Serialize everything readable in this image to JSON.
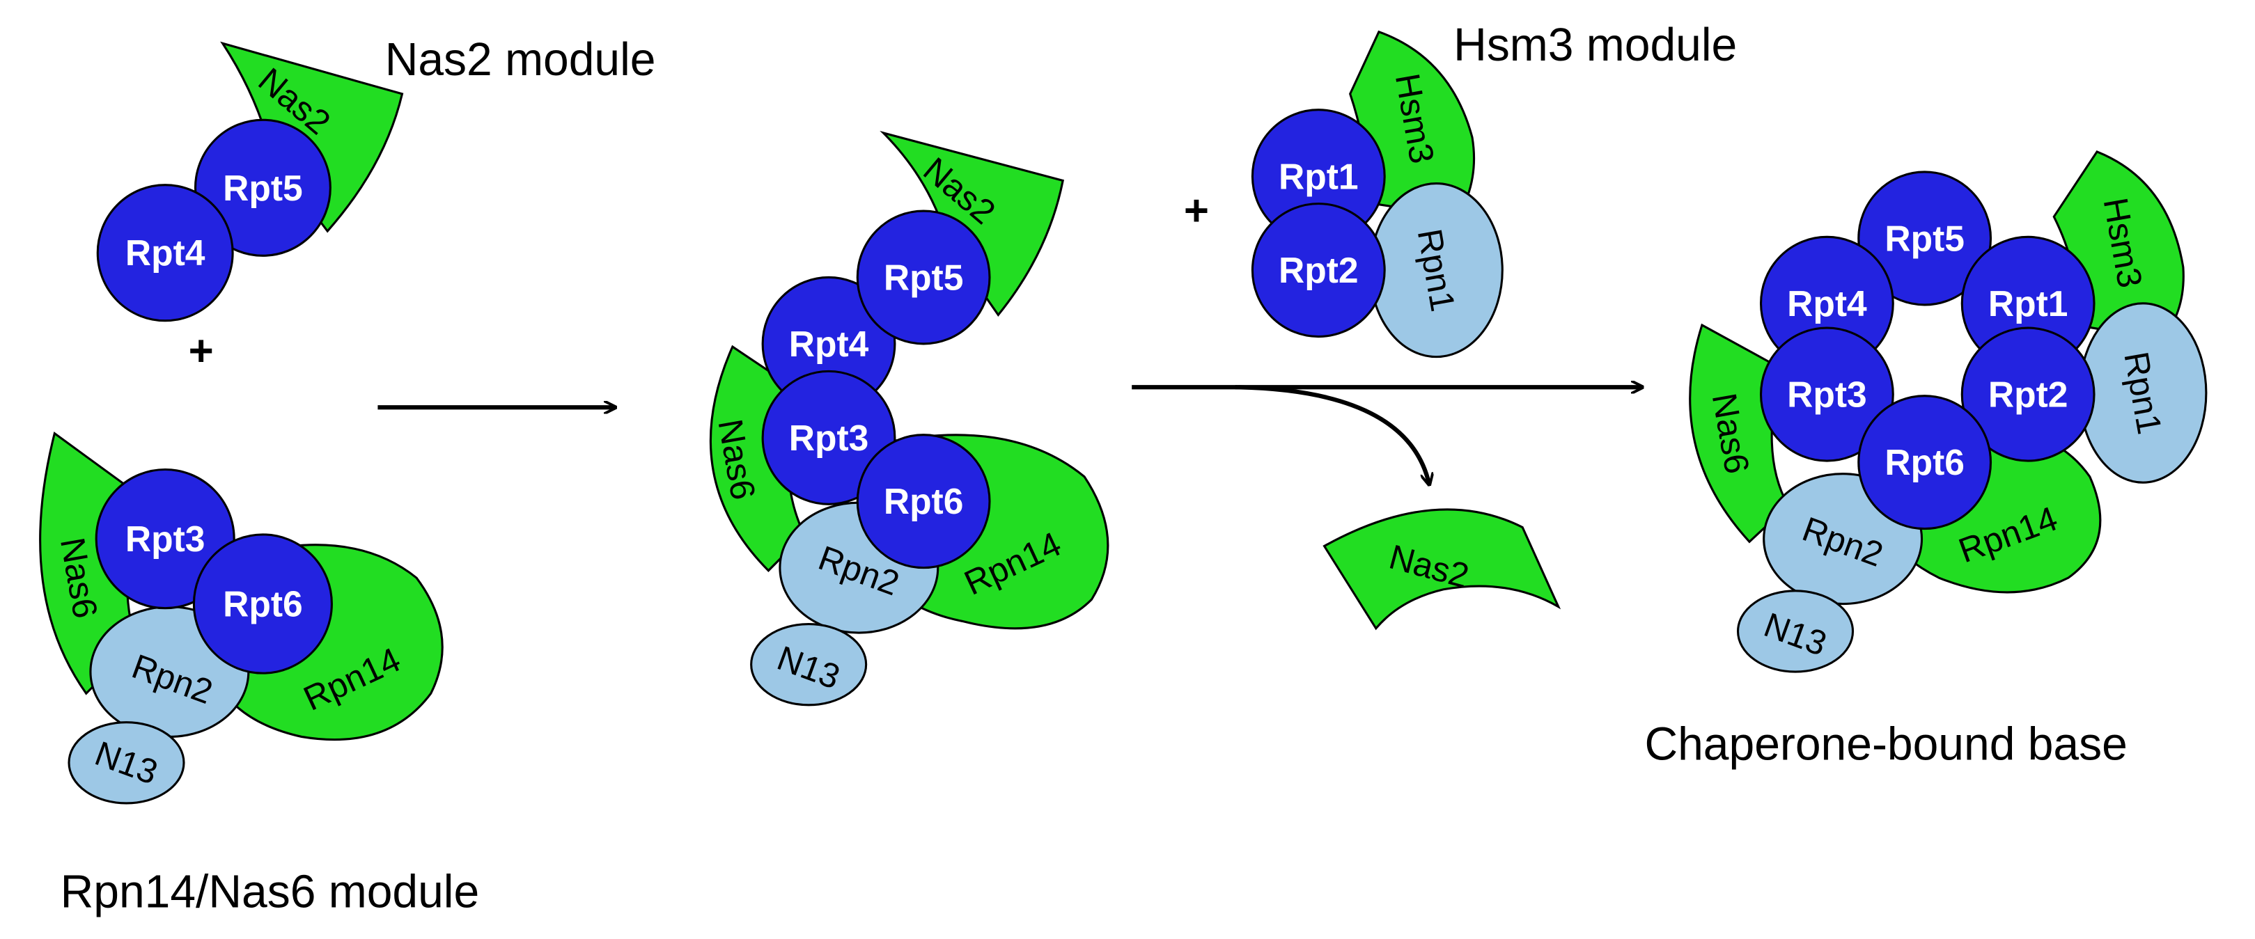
{
  "colors": {
    "rpt": "#2323e0",
    "chaperone": "#22dd22",
    "rpn": "#9dc8e6",
    "outline": "#000000"
  },
  "captions": {
    "nas2_module": "Nas2 module",
    "rpn14_nas6_module": "Rpn14/Nas6 module",
    "hsm3_module": "Hsm3 module",
    "chaperone_bound_base": "Chaperone-bound base"
  },
  "symbols": {
    "plus": "+"
  },
  "subunits": {
    "rpt1": "Rpt1",
    "rpt2": "Rpt2",
    "rpt3": "Rpt3",
    "rpt4": "Rpt4",
    "rpt5": "Rpt5",
    "rpt6": "Rpt6",
    "rpn1": "Rpn1",
    "rpn2": "Rpn2",
    "n13": "N13",
    "nas2": "Nas2",
    "nas6": "Nas6",
    "rpn14": "Rpn14",
    "hsm3": "Hsm3"
  }
}
